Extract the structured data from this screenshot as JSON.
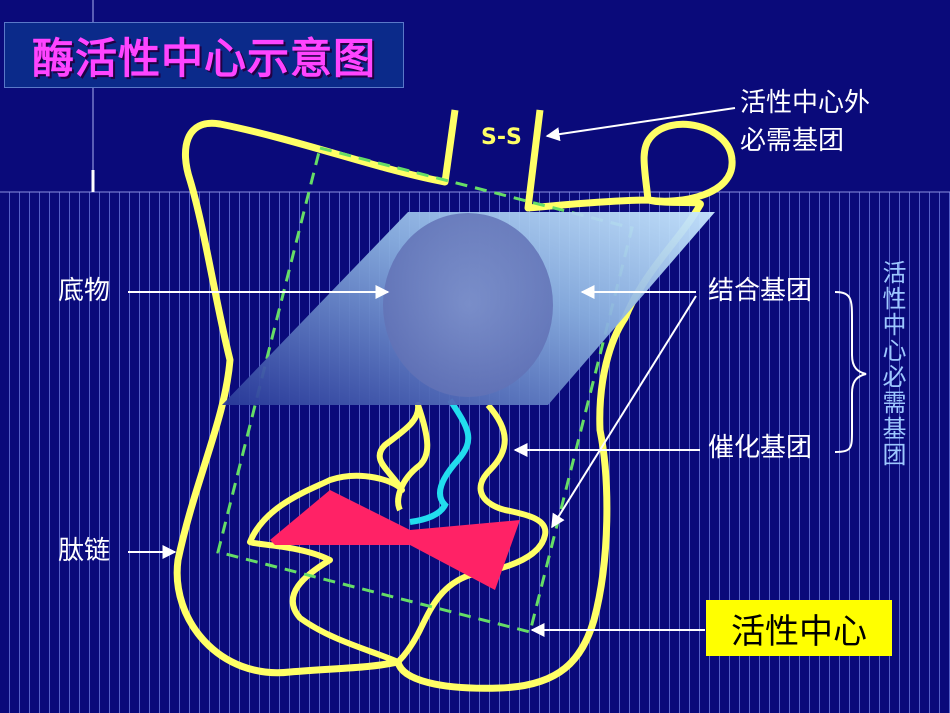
{
  "title": "酶活性中心示意图",
  "labels": {
    "substrate": "底物",
    "peptide_chain": "肽链",
    "outside_group_line1": "活性中心外",
    "outside_group_line2": "必需基团",
    "binding_group": "结合基团",
    "catalytic_group": "催化基团",
    "essential_group_vertical": "活性中心必需基团",
    "active_center": "活性中心",
    "disulfide": "S-S"
  },
  "colors": {
    "background": "#0a0a7a",
    "chain": "#ffff66",
    "title_text": "#ff44ff",
    "highlight_box": "#ffff00",
    "dashed_box": "#66dd66",
    "catalytic_wire": "#22ddee",
    "product_shape": "#ff2266"
  }
}
